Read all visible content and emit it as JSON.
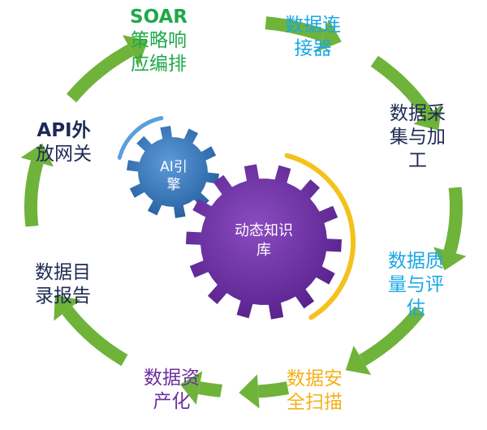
{
  "cycle": {
    "arrow_color": "#6fb33a",
    "steps": [
      {
        "id": "soar",
        "lines": [
          "SOAR",
          "策略响",
          "应编排"
        ],
        "color": "#1fa84a"
      },
      {
        "id": "connector",
        "lines": [
          "数据连",
          "接器"
        ],
        "color": "#19a7e6"
      },
      {
        "id": "collect",
        "lines": [
          "数据采",
          "集与加",
          "工"
        ],
        "color": "#1e2a55"
      },
      {
        "id": "quality",
        "lines": [
          "数据质",
          "量与评",
          "估"
        ],
        "color": "#19a7e6"
      },
      {
        "id": "scan",
        "lines": [
          "数据安",
          "全扫描"
        ],
        "color": "#f2b21c"
      },
      {
        "id": "assetize",
        "lines": [
          "数据资",
          "产化"
        ],
        "color": "#6b2fa0"
      },
      {
        "id": "catalog",
        "lines": [
          "数据目",
          "录报告"
        ],
        "color": "#1e2a55"
      },
      {
        "id": "api",
        "lines": [
          "API外",
          "放网关"
        ],
        "color": "#1e2a55"
      }
    ]
  },
  "gears": {
    "ai_engine": {
      "lines": [
        "AI引",
        "擎"
      ],
      "color": "#2f6fb4",
      "arc_color": "#5aa0dc"
    },
    "knowledge_base": {
      "lines": [
        "动态知识",
        "库"
      ],
      "color": "#6b2fa0",
      "arc_color": "#f5c21b"
    }
  }
}
